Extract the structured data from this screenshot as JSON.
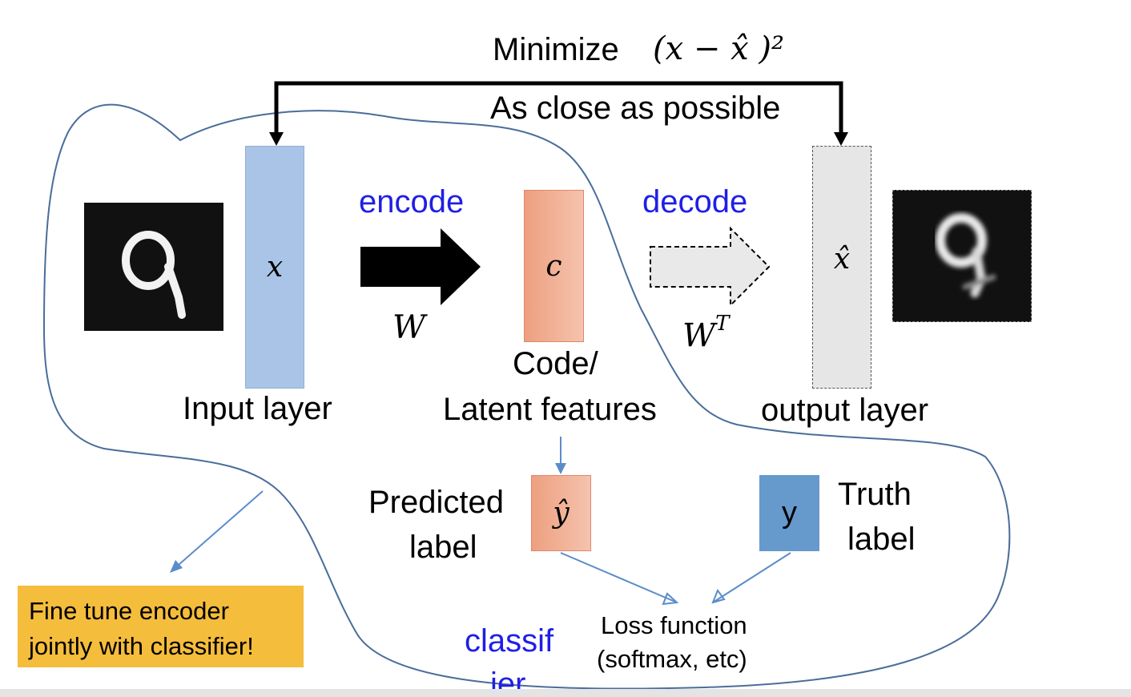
{
  "objective": {
    "minimize_label": "Minimize",
    "formula": "(x − x̂ )²",
    "subtitle": "As close as possible"
  },
  "input": {
    "layer_symbol": "x",
    "caption": "Input layer"
  },
  "encode": {
    "label": "encode",
    "weight": "W"
  },
  "code": {
    "symbol": "c",
    "caption_line1": "Code/",
    "caption_line2": "Latent features"
  },
  "decode": {
    "label": "decode",
    "weight": "W",
    "weight_superscript": "T"
  },
  "output": {
    "layer_symbol": "x̂",
    "caption": "output layer"
  },
  "predicted": {
    "symbol": "ŷ",
    "label_line1": "Predicted",
    "label_line2": "label"
  },
  "truth": {
    "symbol": "y",
    "label_line1": "Truth",
    "label_line2": "label"
  },
  "loss": {
    "line1": "Loss function",
    "line2": "(softmax, etc)"
  },
  "classifier": {
    "line1": "classif",
    "line2": "ier"
  },
  "note": {
    "line1": "Fine tune encoder",
    "line2": "jointly with classifier!"
  },
  "colors": {
    "input_layer": "#a9c4e6",
    "code_layer": "#ee9f80",
    "output_layer": "#e6e6e6",
    "truth_box": "#6699cc",
    "note_bg": "#f5bd3c",
    "outline": "#4a6d9a",
    "blue_text": "#1f1fe6"
  },
  "icons": {
    "input_image": "handwritten-digit-9-image",
    "output_image": "reconstructed-digit-9-image"
  }
}
